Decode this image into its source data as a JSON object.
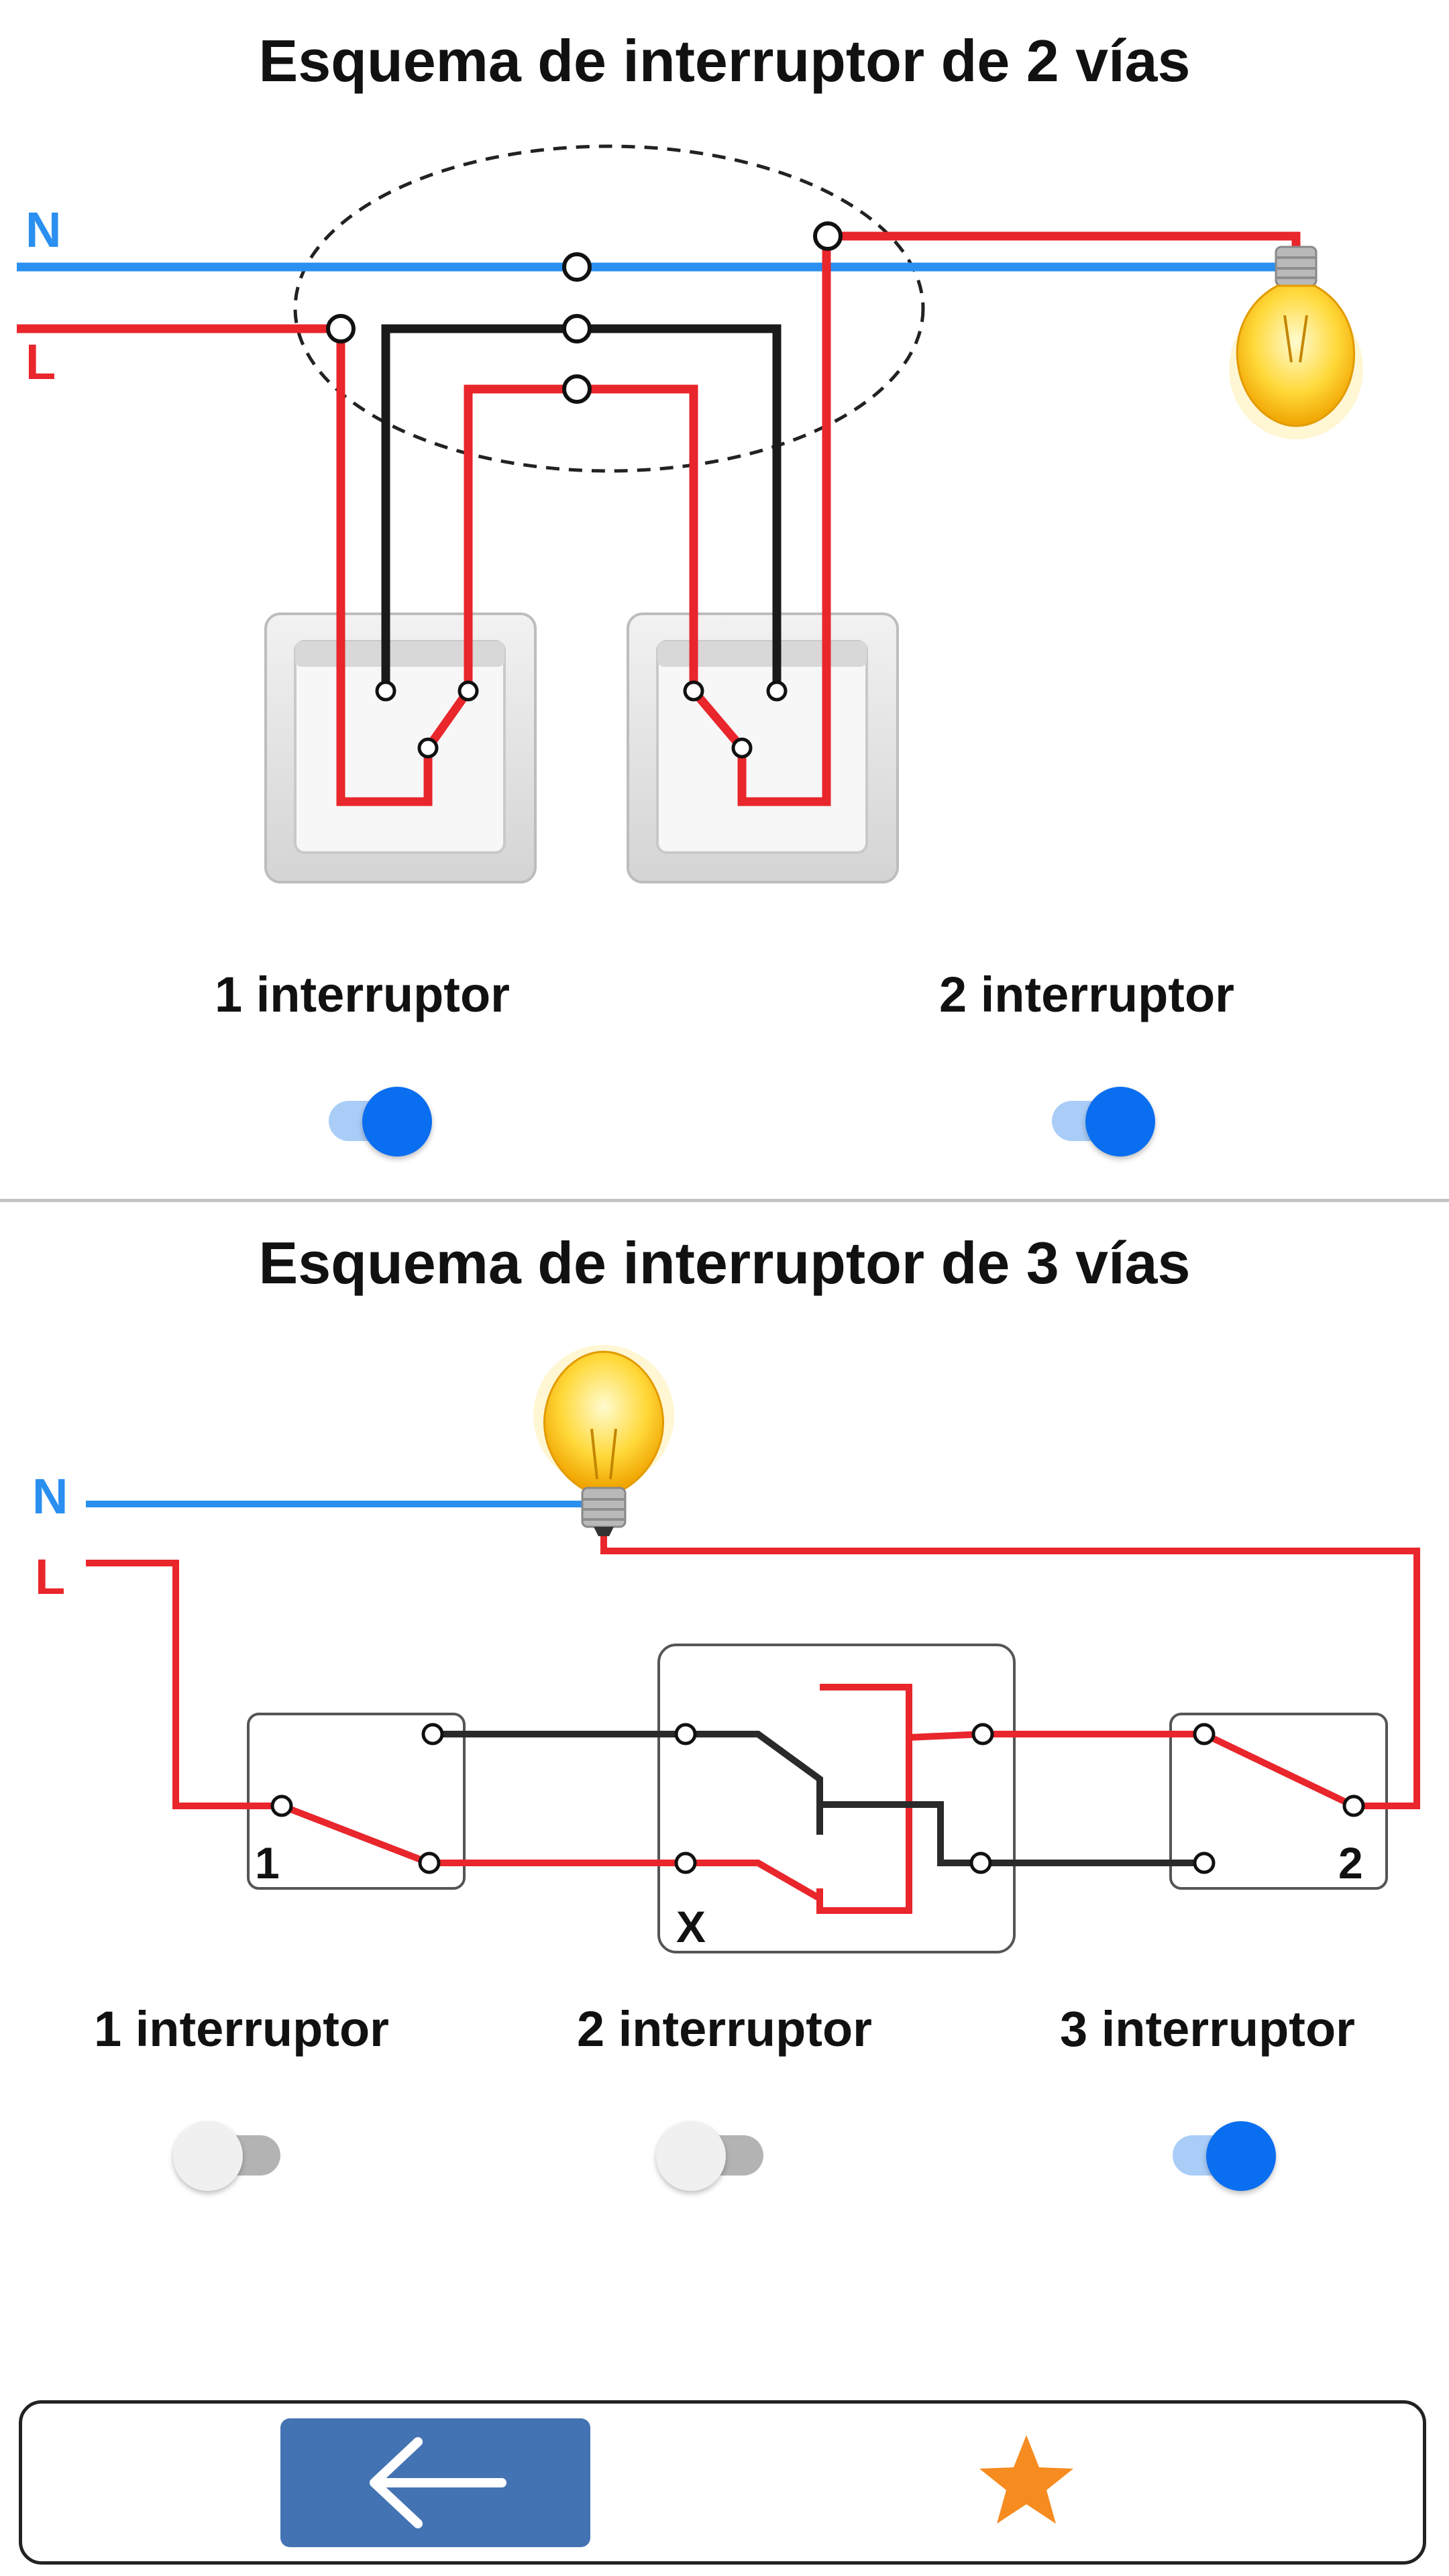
{
  "section_2way": {
    "title": "Esquema de interruptor de 2 vías",
    "wire_labels": {
      "neutral": "N",
      "live": "L"
    },
    "switch_labels": [
      "1 interruptor",
      "2 interruptor"
    ],
    "switch_states": [
      true,
      true
    ]
  },
  "section_3way": {
    "title": "Esquema de interruptor de 3 vías",
    "wire_labels": {
      "neutral": "N",
      "live": "L"
    },
    "box_labels": {
      "switch1": "1",
      "intermediate": "X",
      "switch2": "2"
    },
    "switch_labels": [
      "1 interruptor",
      "2 interruptor",
      "3 interruptor"
    ],
    "switch_states": [
      false,
      false,
      true
    ]
  },
  "bottom_bar": {
    "back_icon": "arrow-left-icon",
    "favorite_icon": "star-icon"
  },
  "colors": {
    "neutral_wire": "#2a8ff0",
    "live_wire": "#e8262b",
    "switch_wire": "#1a1a1a",
    "toggle_on": "#0a6ef0",
    "toggle_off": "#b3b3b3",
    "back_button": "#4473b3",
    "star": "#f68b1f"
  }
}
